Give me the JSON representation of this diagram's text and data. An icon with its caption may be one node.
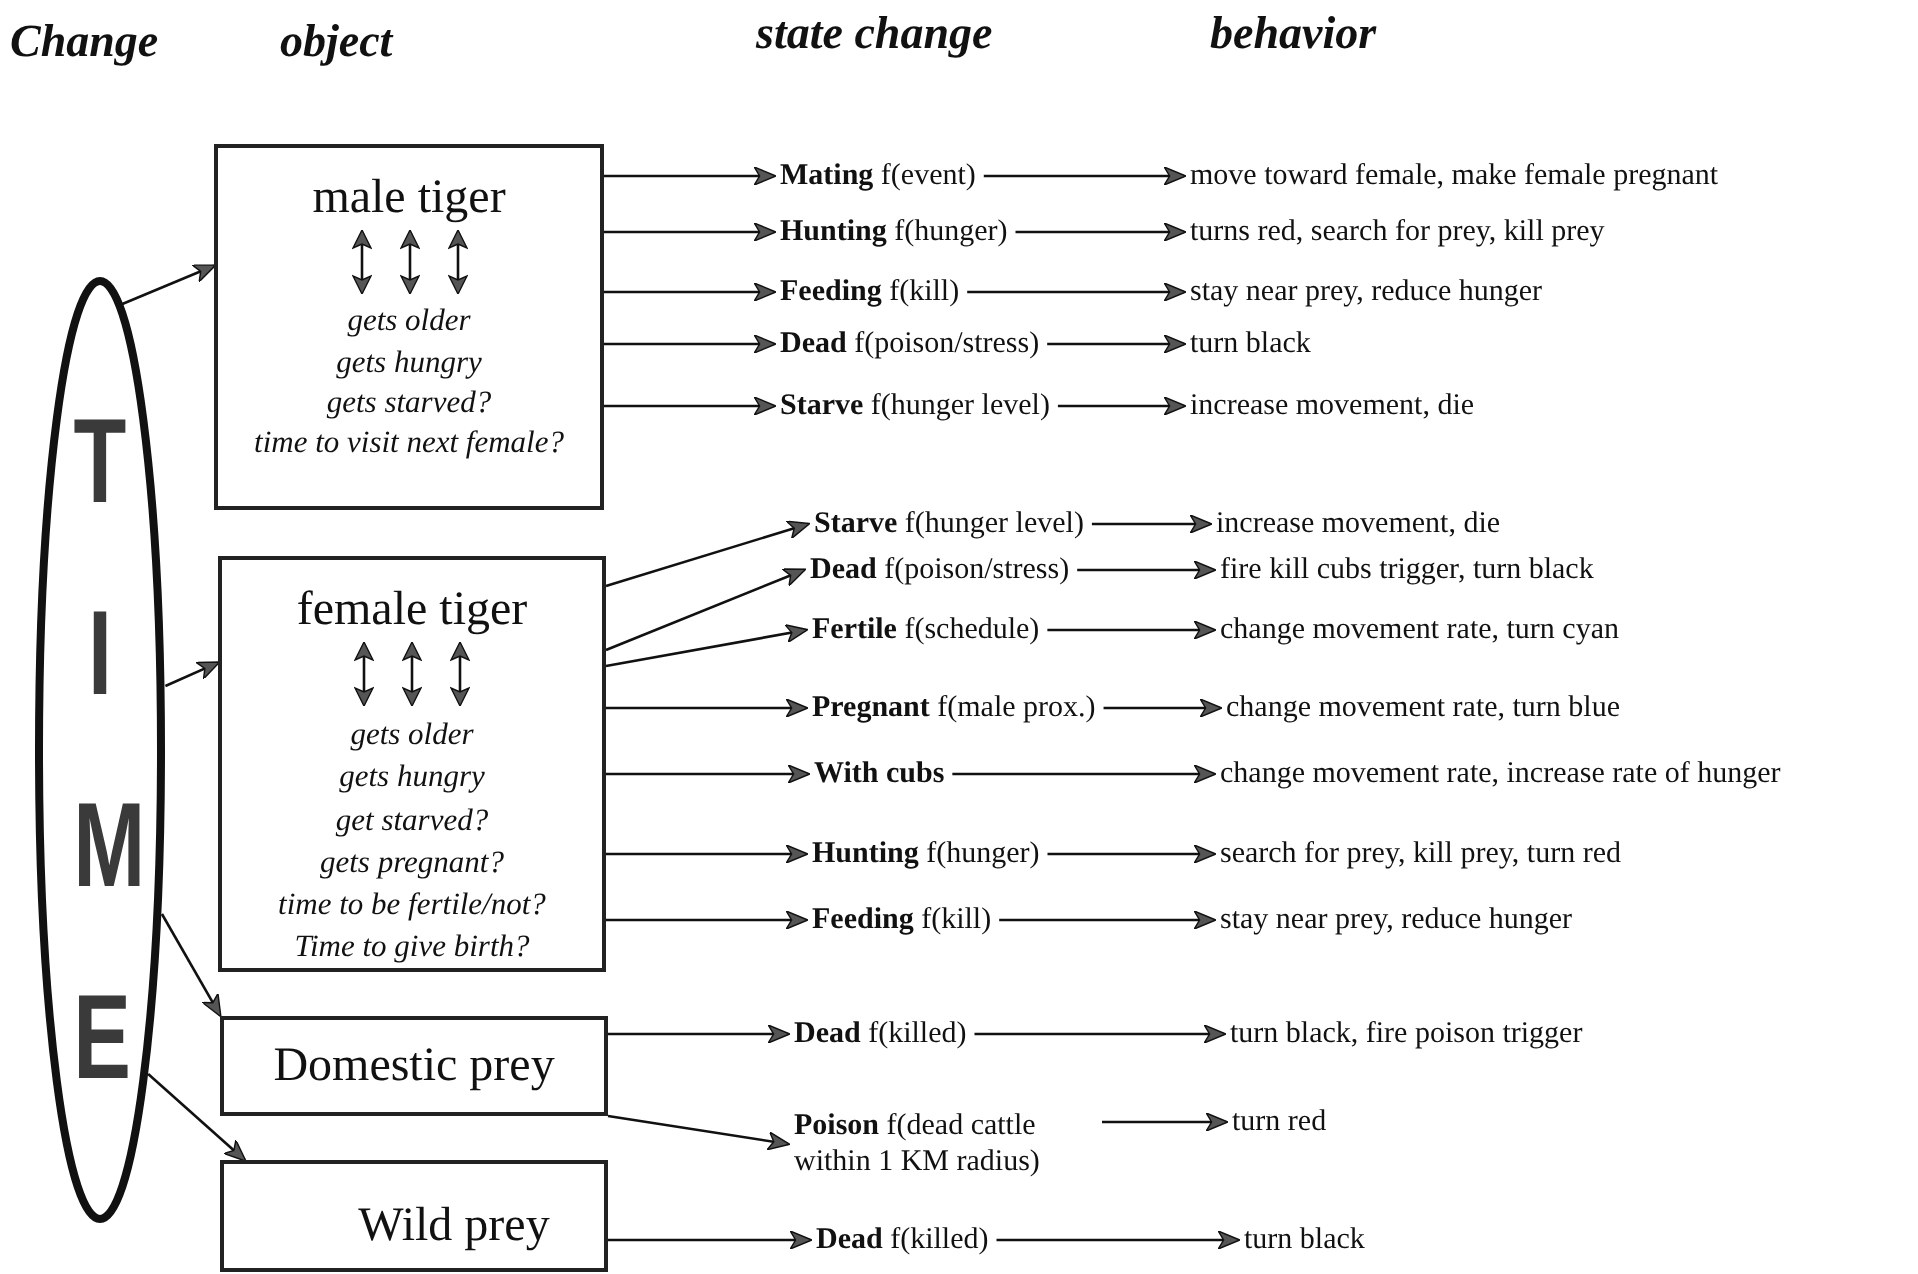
{
  "diagram": {
    "nodes": [
      {
        "text": [
          "TIME"
        ]
      },
      {
        "text": [
          "male tiger",
          "gets older",
          "gets hungry",
          "gets starved?",
          "time to visit next female?"
        ]
      },
      {
        "text": [
          "female tiger",
          "gets older",
          "gets hungry",
          "get starved?",
          "gets pregnant?",
          "time to be fertile/not?",
          "Time to give birth?"
        ]
      },
      {
        "text": [
          "Domestic prey"
        ]
      },
      {
        "text": [
          "Wild prey"
        ]
      },
      {
        "text": [
          "**Mating** f(event)"
        ]
      },
      {
        "text": [
          "move toward female, make female pregnant"
        ]
      },
      {
        "text": [
          "**Hunting** f(hunger)"
        ]
      },
      {
        "text": [
          "turns red, search for prey, kill prey"
        ]
      },
      {
        "text": [
          "**Feeding** f(kill)"
        ]
      },
      {
        "text": [
          "stay near prey, reduce hunger"
        ]
      },
      {
        "text": [
          "**Dead** f(poison/stress)"
        ]
      },
      {
        "text": [
          "turn black"
        ]
      },
      {
        "text": [
          "**Starve** f(hunger level)"
        ]
      },
      {
        "text": [
          "increase movement, die"
        ]
      },
      {
        "text": [
          "**Starve** f(hunger level)"
        ]
      },
      {
        "text": [
          "increase movement, die"
        ]
      },
      {
        "text": [
          "**Dead** f(poison/stress)"
        ]
      },
      {
        "text": [
          "fire kill cubs trigger, turn black"
        ]
      },
      {
        "text": [
          "**Fertile** f(schedule)"
        ]
      },
      {
        "text": [
          "change movement rate, turn cyan"
        ]
      },
      {
        "text": [
          "**Pregnant** f(male prox.)"
        ]
      },
      {
        "text": [
          "change movement rate, turn blue"
        ]
      },
      {
        "text": [
          "**With cubs**"
        ]
      },
      {
        "text": [
          "change movement rate, increase rate of hunger"
        ]
      },
      {
        "text": [
          "**Hunting** f(hunger)"
        ]
      },
      {
        "text": [
          "search for prey, kill prey, turn red"
        ]
      },
      {
        "text": [
          "**Feeding** f(kill)"
        ]
      },
      {
        "text": [
          "stay near prey, reduce hunger"
        ]
      },
      {
        "text": [
          "**Dead** f(killed)"
        ]
      },
      {
        "text": [
          "turn black, fire poison trigger"
        ]
      },
      {
        "text": [
          "**Poison** f(dead cattle within 1 KM radius)"
        ]
      },
      {
        "text": [
          "turn red"
        ]
      },
      {
        "text": [
          "**Dead** f(killed)"
        ]
      },
      {
        "text": [
          "turn black"
        ]
      }
    ],
    "edges": [
      {
        "from": 0,
        "to": 1,
        "arrow": "to"
      },
      {
        "from": 0,
        "to": 2,
        "arrow": "to"
      },
      {
        "from": 0,
        "to": 3,
        "arrow": "to"
      },
      {
        "from": 0,
        "to": 4,
        "arrow": "to"
      },
      {
        "from": 1,
        "to": 5,
        "arrow": "to"
      },
      {
        "from": 5,
        "to": 6,
        "arrow": "to"
      },
      {
        "from": 1,
        "to": 7,
        "arrow": "to"
      },
      {
        "from": 7,
        "to": 8,
        "arrow": "to"
      },
      {
        "from": 1,
        "to": 9,
        "arrow": "to"
      },
      {
        "from": 9,
        "to": 10,
        "arrow": "to"
      },
      {
        "from": 1,
        "to": 11,
        "arrow": "to"
      },
      {
        "from": 11,
        "to": 12,
        "arrow": "to"
      },
      {
        "from": 1,
        "to": 13,
        "arrow": "to"
      },
      {
        "from": 13,
        "to": 14,
        "arrow": "to"
      },
      {
        "from": 2,
        "to": 15,
        "arrow": "to"
      },
      {
        "from": 15,
        "to": 16,
        "arrow": "to"
      },
      {
        "from": 2,
        "to": 17,
        "arrow": "to"
      },
      {
        "from": 17,
        "to": 18,
        "arrow": "to"
      },
      {
        "from": 2,
        "to": 19,
        "arrow": "to"
      },
      {
        "from": 19,
        "to": 20,
        "arrow": "to"
      },
      {
        "from": 2,
        "to": 21,
        "arrow": "to"
      },
      {
        "from": 21,
        "to": 22,
        "arrow": "to"
      },
      {
        "from": 2,
        "to": 23,
        "arrow": "to"
      },
      {
        "from": 23,
        "to": 24,
        "arrow": "to"
      },
      {
        "from": 2,
        "to": 25,
        "arrow": "to"
      },
      {
        "from": 25,
        "to": 26,
        "arrow": "to"
      },
      {
        "from": 2,
        "to": 27,
        "arrow": "to"
      },
      {
        "from": 27,
        "to": 28,
        "arrow": "to"
      },
      {
        "from": 3,
        "to": 29,
        "arrow": "to"
      },
      {
        "from": 29,
        "to": 30,
        "arrow": "to"
      },
      {
        "from": 3,
        "to": 31,
        "arrow": "to"
      },
      {
        "from": 31,
        "to": 32,
        "arrow": "to"
      },
      {
        "from": 4,
        "to": 33,
        "arrow": "to"
      },
      {
        "from": 33,
        "to": 34,
        "arrow": "to"
      }
    ],
    "labels": [
      "Change",
      "object",
      "state change",
      "behavior"
    ]
  }
}
